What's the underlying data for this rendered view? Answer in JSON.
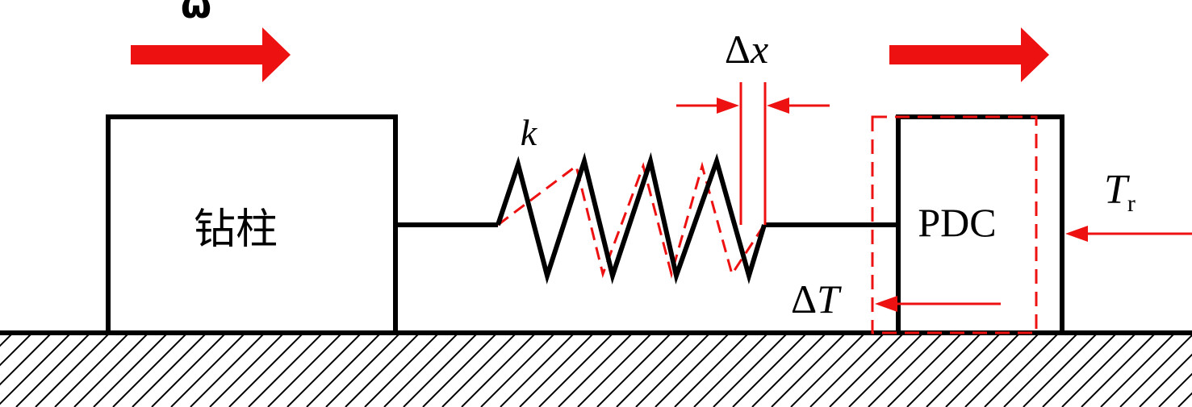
{
  "colors": {
    "line": "#000000",
    "accent": "#ee1111",
    "background": "#ffffff"
  },
  "labels": {
    "omega": "ω",
    "drill_string": "钻柱",
    "spring_constant": "k",
    "delta_x_symbol": "Δ",
    "delta_x_var": "x",
    "bit": "PDC",
    "torque_var": "T",
    "torque_sub": "r",
    "delta_t_symbol": "Δ",
    "delta_t_var": "T"
  }
}
